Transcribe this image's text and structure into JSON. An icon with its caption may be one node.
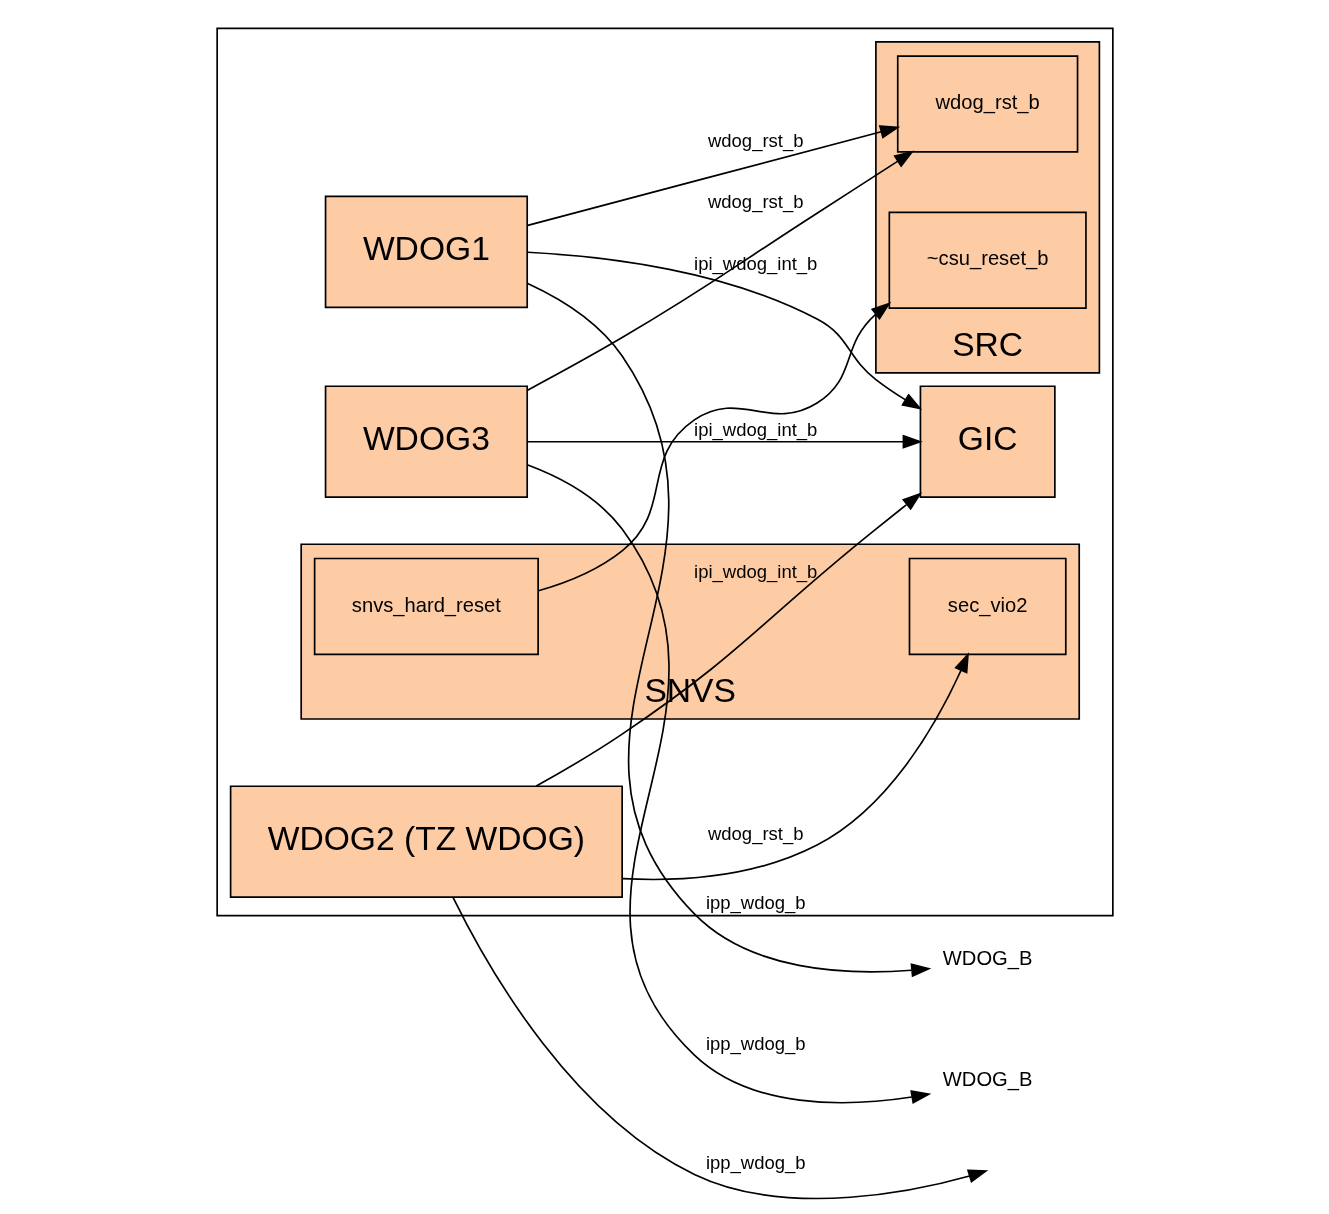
{
  "diagram": {
    "nodes": [
      {
        "text": [],
        "shape": "box"
      },
      {
        "text": [
          "GIC"
        ],
        "in": 0
      },
      {
        "text": [
          "WDOG1"
        ],
        "in": 0
      },
      {
        "text": [
          "SRC"
        ],
        "in": 0
      },
      {
        "text": [
          "wdog_rst_b"
        ],
        "in": 3
      },
      {
        "text": [
          "~csu_reset_b"
        ],
        "in": 3
      },
      {
        "text": [
          "WDOG3"
        ],
        "in": 0
      },
      {
        "text": [
          "WDOG2 (TZ WDOG)"
        ],
        "in": 0
      },
      {
        "text": [
          "SNVS"
        ],
        "in": 0
      },
      {
        "text": [
          "snvs_hard_reset"
        ],
        "in": 8
      },
      {
        "text": [
          "sec_vio2"
        ],
        "in": 8
      },
      {
        "text": [
          "WDOG_B"
        ]
      },
      {
        "text": [
          "WDOG_B"
        ]
      }
    ],
    "edges": [
      {
        "from": 2,
        "to": 1,
        "arrow": "to",
        "label": "ipi_wdog_int_b"
      },
      {
        "from": 2,
        "to": 4,
        "arrow": "to",
        "label": "wdog_rst_b"
      },
      {
        "from": 2,
        "to": 11,
        "arrow": "to",
        "label": "ipp_wdog_b"
      },
      {
        "from": 6,
        "to": 1,
        "arrow": "to",
        "label": "ipi_wdog_int_b"
      },
      {
        "from": 6,
        "to": 4,
        "arrow": "to",
        "label": "wdog_rst_b"
      },
      {
        "from": 6,
        "to": 12,
        "arrow": "to",
        "label": "ipp_wdog_b"
      },
      {
        "from": 7,
        "to": 1,
        "arrow": "to",
        "label": "ipi_wdog_int_b"
      },
      {
        "from": 7,
        "to": 10,
        "arrow": "to",
        "label": "wdog_rst_b"
      },
      {
        "from": 7,
        "to": null,
        "arrow": "to",
        "label": "ipp_wdog_b"
      },
      {
        "from": 9,
        "to": 5,
        "arrow": "to"
      }
    ]
  }
}
